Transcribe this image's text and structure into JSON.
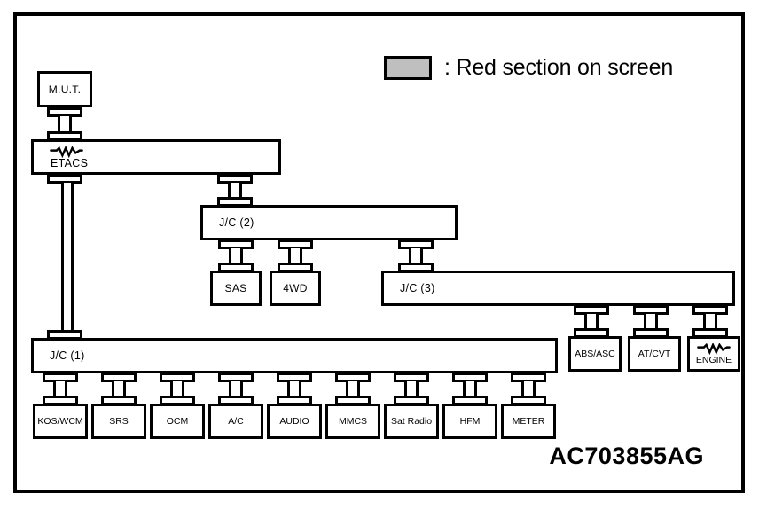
{
  "diagram": {
    "part_number": "AC703855AG",
    "legend": {
      "swatch_color": "#bfbfbf",
      "text": ": Red section on screen"
    },
    "line_color": "#000000",
    "background_color": "#ffffff",
    "nodes": {
      "mut": {
        "label": "M.U.T."
      },
      "etacs": {
        "label": "ETACS",
        "terminator": true
      },
      "jc2": {
        "label": "J/C (2)"
      },
      "sas": {
        "label": "SAS"
      },
      "fourwd": {
        "label": "4WD"
      },
      "jc3": {
        "label": "J/C (3)"
      },
      "jc1": {
        "label": "J/C (1)"
      },
      "abs_asc": {
        "label": "ABS/ASC"
      },
      "at_cvt": {
        "label": "AT/CVT"
      },
      "engine": {
        "label": "ENGINE",
        "terminator": true
      },
      "kos_wcm": {
        "label": "KOS/WCM"
      },
      "srs": {
        "label": "SRS"
      },
      "ocm": {
        "label": "OCM"
      },
      "ac": {
        "label": "A/C"
      },
      "audio": {
        "label": "AUDIO"
      },
      "mmcs": {
        "label": "MMCS"
      },
      "sat_radio": {
        "label": "Sat Radio"
      },
      "hfm": {
        "label": "HFM"
      },
      "meter": {
        "label": "METER"
      }
    }
  }
}
